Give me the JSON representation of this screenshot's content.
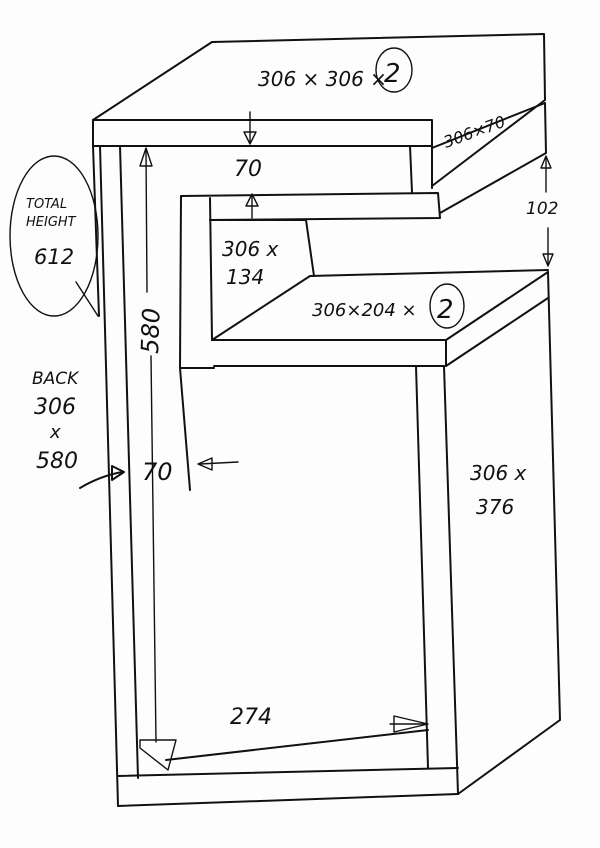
{
  "labels": {
    "top_panel": "306 × 306 ×",
    "top_panel_qty": "2",
    "top_side": "306×70",
    "top_gap": "70",
    "right_gap": "102",
    "total_height_line1": "TOTAL",
    "total_height_line2": "HEIGHT",
    "total_height_value": "612",
    "inner_back_line1": "306 x",
    "inner_back_line2": "134",
    "shelf_panel": "306×204 ×",
    "shelf_panel_qty": "2",
    "height_580": "580",
    "back_line1": "BACK",
    "back_line2": "306",
    "back_line3": "x",
    "back_line4": "580",
    "side_gap": "70",
    "side_line1": "306 x",
    "side_line2": "376",
    "bottom_width": "274"
  }
}
